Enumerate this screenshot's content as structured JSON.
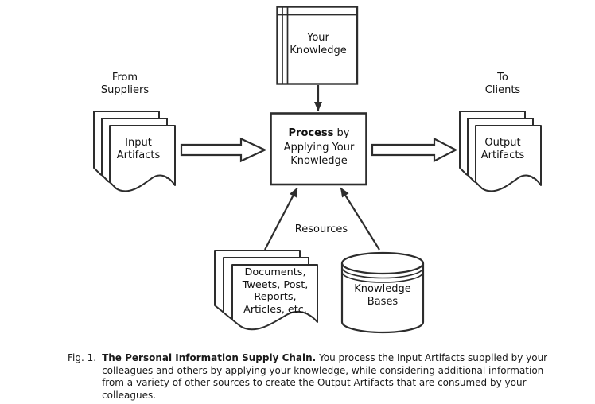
{
  "diagram": {
    "your_knowledge": "Your\nKnowledge",
    "from_suppliers": "From\nSuppliers",
    "to_clients": "To\nClients",
    "input_artifacts": "Input\nArtifacts",
    "output_artifacts": "Output\nArtifacts",
    "process": {
      "bold": "Process",
      "rest": " by Applying Your Knowledge"
    },
    "resources": "Resources",
    "documents_stack": "Documents,\nTweets, Post,\nReports,\nArticles, etc.",
    "knowledge_bases": "Knowledge\nBases",
    "colors": {
      "stroke": "#2d2d2d",
      "background": "#ffffff",
      "text": "#111111"
    }
  },
  "caption": {
    "fig_label": "Fig. 1.",
    "title": "The Personal Information Supply Chain.",
    "body": "You process the Input Artifacts supplied by your colleagues and others by applying your knowledge, while considering additional information from a variety of other sources to create the Output Artifacts that are consumed by your colleagues."
  }
}
